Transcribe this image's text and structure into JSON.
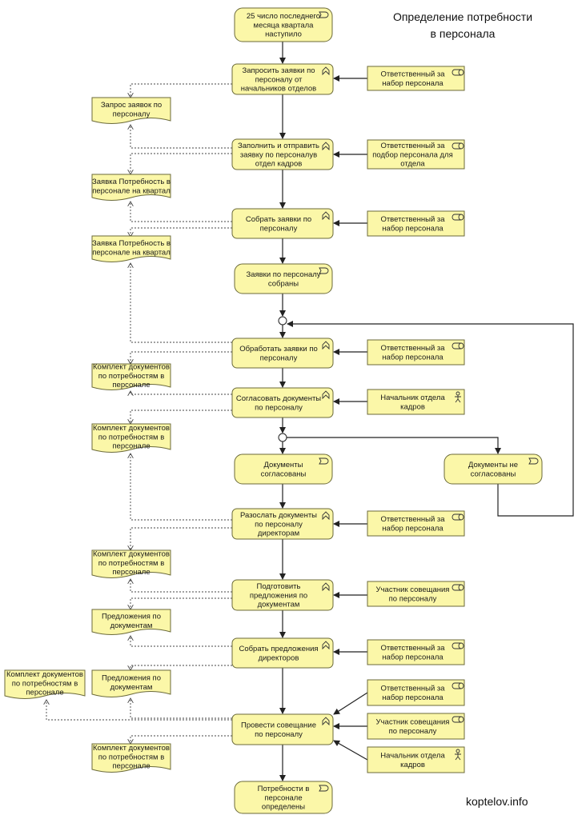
{
  "title": [
    "Определение потребности",
    "в персонала"
  ],
  "footer": "koptelov.info",
  "events": {
    "start": [
      "25 число последнего",
      "месяца квартала",
      "наступило"
    ],
    "collected": [
      "Заявки по персоналу",
      "собраны"
    ],
    "agreed": [
      "Документы",
      "согласованы"
    ],
    "not_agreed": [
      "Документы не",
      "согласованы"
    ],
    "end": [
      "Потребности в",
      "персонале",
      "определены"
    ]
  },
  "processes": {
    "p1": [
      "Запросить заявки по",
      "персоналу от",
      "начальников отделов"
    ],
    "p2": [
      "Заполнить и отправить",
      "заявку по персоналув",
      "отдел кадров"
    ],
    "p3": [
      "Собрать заявки по",
      "персоналу"
    ],
    "p4": [
      "Обработать заявки по",
      "персоналу"
    ],
    "p5": [
      "Согласовать документы",
      "по персоналу"
    ],
    "p6": [
      "Разослать документы",
      "по персоналу",
      "директорам"
    ],
    "p7": [
      "Подготовить",
      "предложения по",
      "документам"
    ],
    "p8": [
      "Собрать предложения",
      "директоров"
    ],
    "p9": [
      "Провести совещание",
      "по персоналу"
    ]
  },
  "roles": {
    "r1": [
      "Ответственный за",
      "набор персонала"
    ],
    "r2": [
      "Ответственный за",
      "подбор персонала для",
      "отдела"
    ],
    "r3": [
      "Ответственный за",
      "набор персонала"
    ],
    "r4": [
      "Ответственный за",
      "набор персонала"
    ],
    "r5": [
      "Начальник отдела",
      "кадров"
    ],
    "r6": [
      "Ответственный за",
      "набор персонала"
    ],
    "r7": [
      "Участник совещания",
      "по персоналу"
    ],
    "r8": [
      "Ответственный за",
      "набор персонала"
    ],
    "r9": [
      "Ответственный за",
      "набор персонала"
    ],
    "r10": [
      "Участник совещания",
      "по персоналу"
    ],
    "r11": [
      "Начальник отдела",
      "кадров"
    ]
  },
  "documents": {
    "d1": [
      "Запрос заявок по",
      "персоналу"
    ],
    "d2": [
      "Заявка Потребность в",
      "персонале на квартал"
    ],
    "d3": [
      "Заявка Потребность в",
      "персонале на квартал"
    ],
    "d4": [
      "Комплект документов",
      "по потребностям в",
      "персонале"
    ],
    "d5": [
      "Комплект документов",
      "по потребностям в",
      "персонале"
    ],
    "d6": [
      "Комплект документов",
      "по потребностям в",
      "персонале"
    ],
    "d7": [
      "Предложения по",
      "документам"
    ],
    "d8": [
      "Предложения по",
      "документам"
    ],
    "d9": [
      "Комплект документов",
      "по потребностям в",
      "персонале"
    ],
    "d10": [
      "Комплект документов",
      "по потребностям в",
      "персонале"
    ]
  },
  "colors": {
    "element_fill": "#fbf7a8",
    "element_stroke": "#6b6a3a",
    "line": "#222222"
  }
}
